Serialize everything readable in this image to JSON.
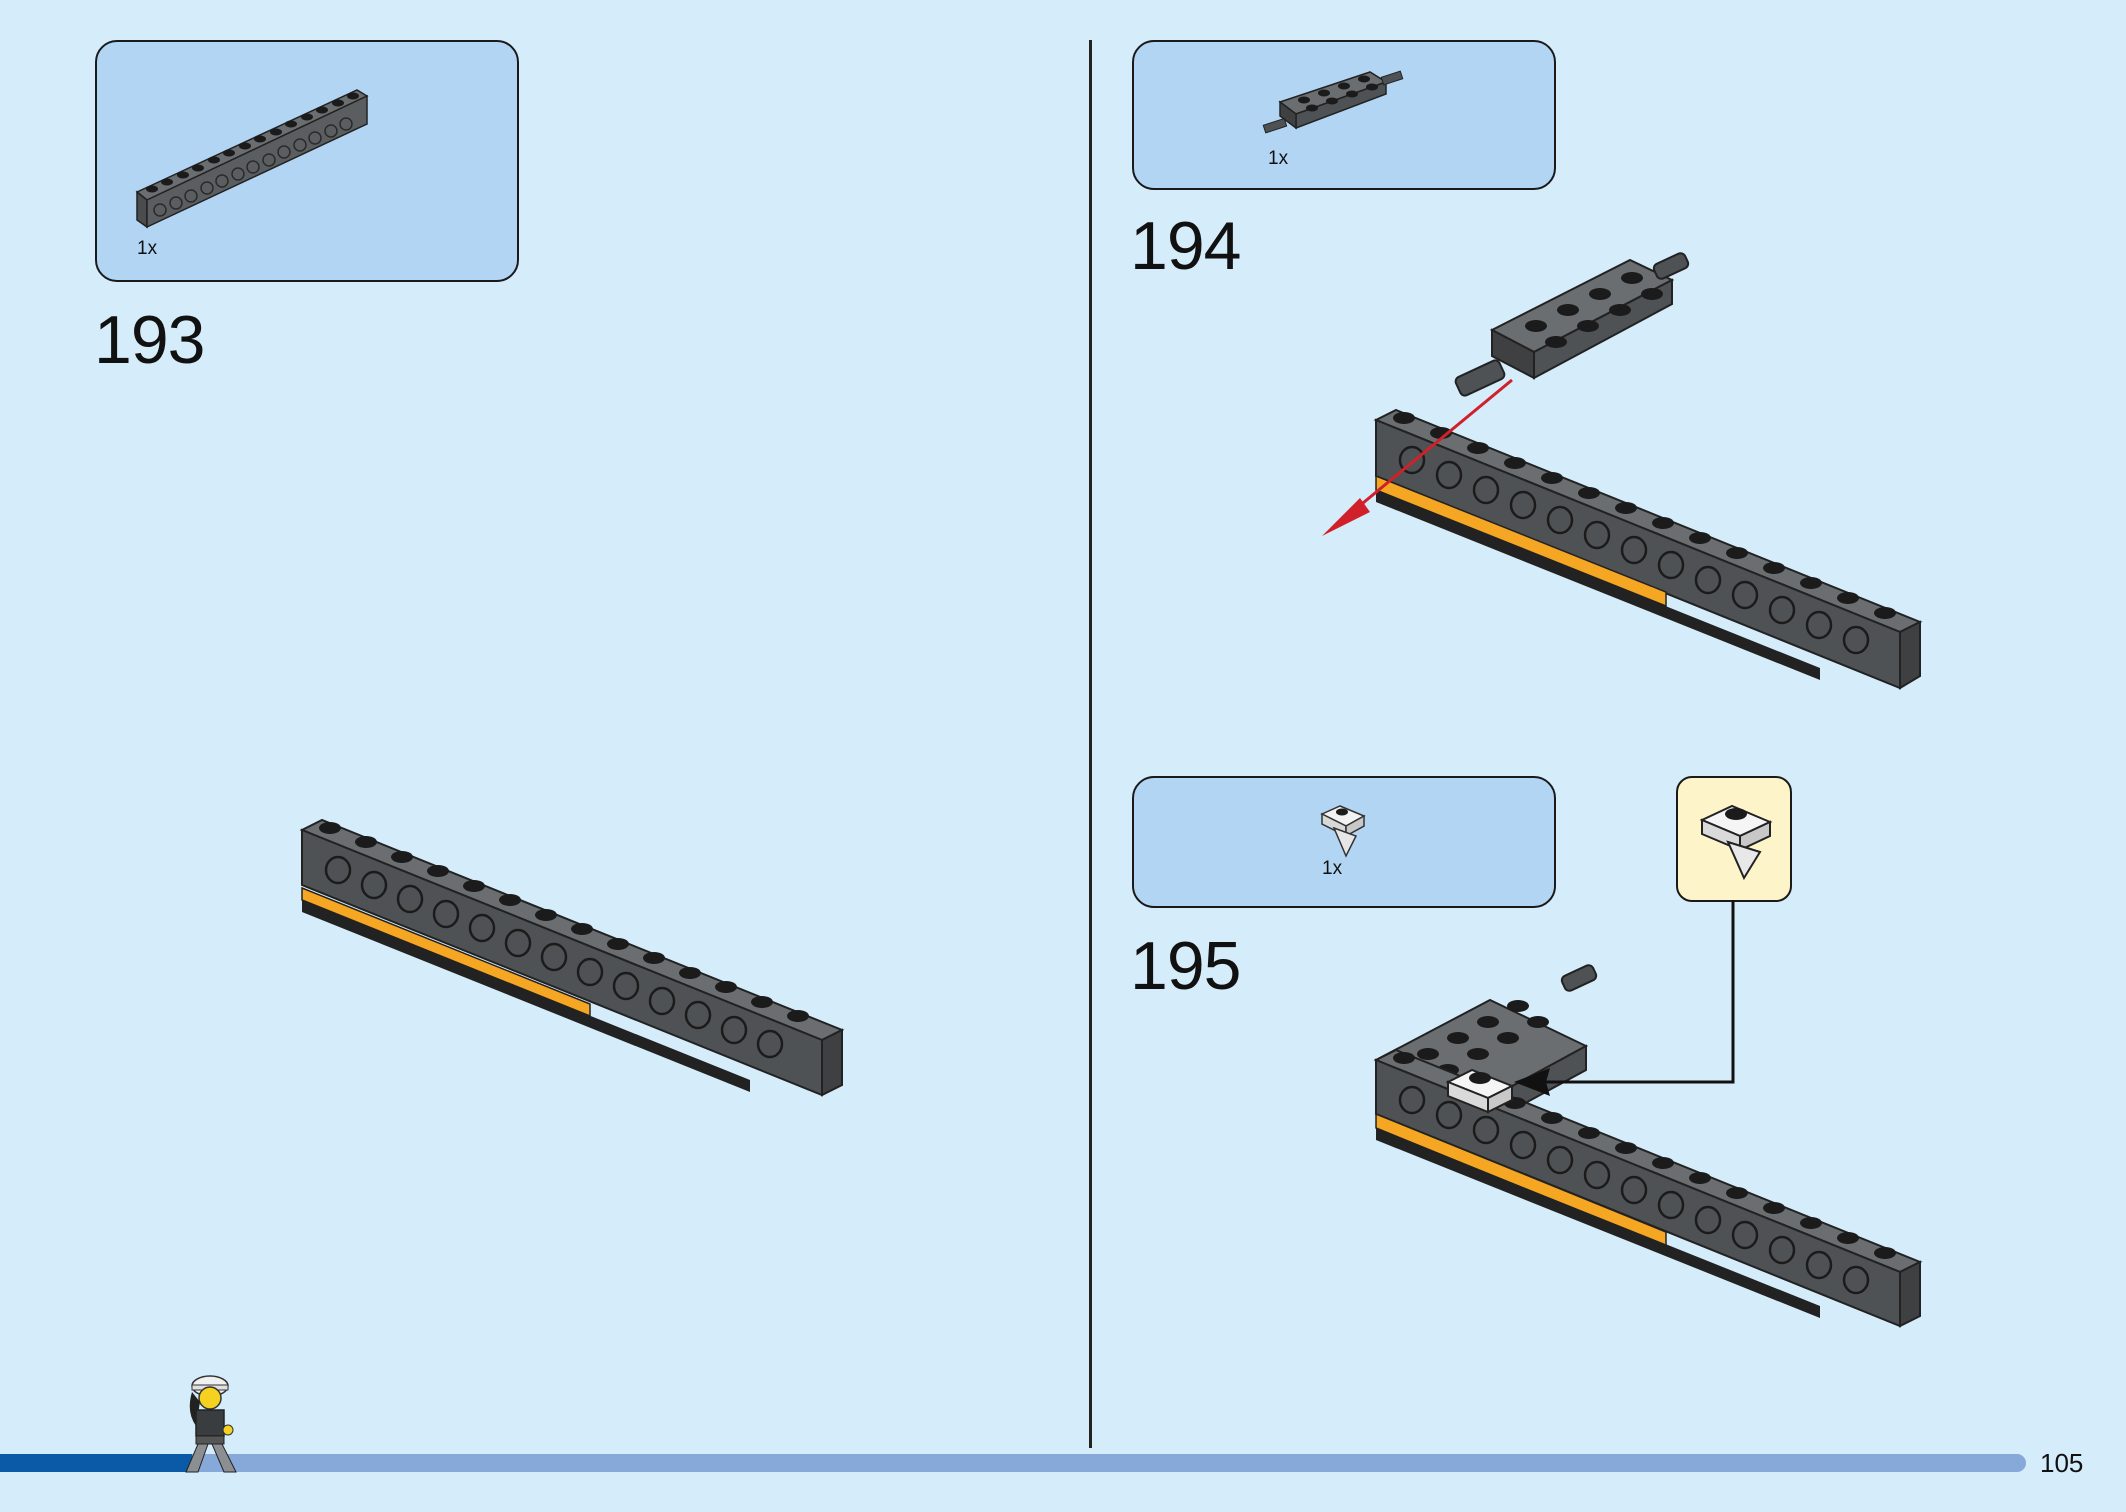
{
  "steps": [
    {
      "number": "193",
      "part_quantity": "1x",
      "part": "gray-technic-brick-1x14"
    },
    {
      "number": "194",
      "part_quantity": "1x",
      "part": "gray-plate-2x4-with-pins"
    },
    {
      "number": "195",
      "part_quantity": "1x",
      "part": "white-plate-1x1-with-tooth"
    }
  ],
  "page": {
    "number": "105",
    "progress": 0.095
  },
  "colors": {
    "background": "#d5ecfb",
    "callout": "#b3d5f4",
    "brick_gray": "#5b5e60",
    "accent_orange": "#f5a623",
    "arrow_red": "#d0202a",
    "zoom_box": "#fdf5c9",
    "progress_fill": "#0b5aa8",
    "progress_track": "#86a9d9"
  },
  "icons": [
    "minifigure-worker-icon",
    "red-insert-arrow-icon",
    "black-pointer-arrow-icon"
  ]
}
